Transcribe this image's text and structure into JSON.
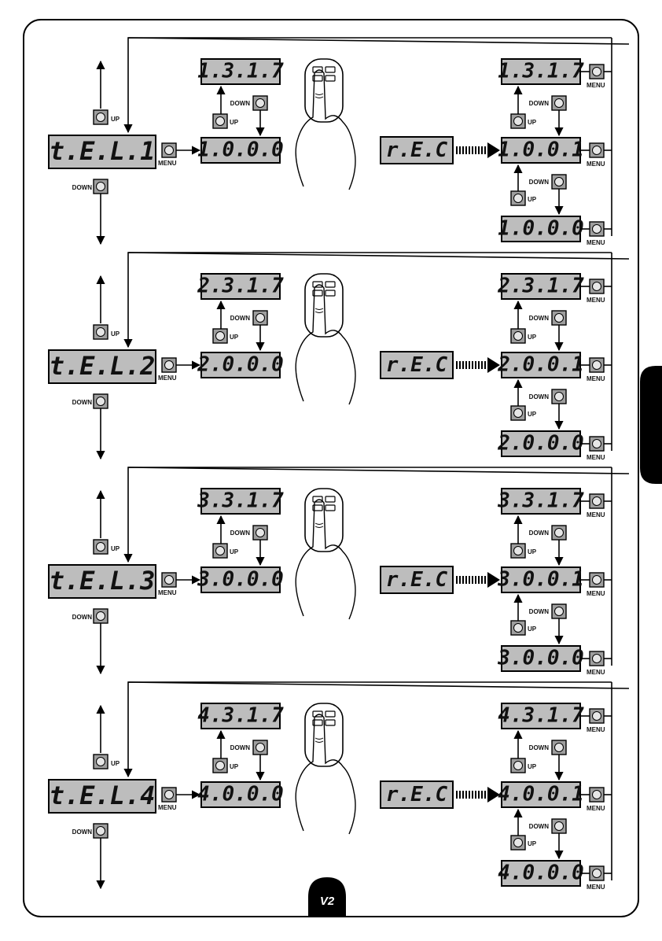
{
  "labels": {
    "up": "UP",
    "down": "DOWN",
    "menu": "MENU"
  },
  "footer": {
    "logo_text": "V2"
  },
  "colors": {
    "display_fill": "#bdbdbd",
    "button_fill": "#9e9e9e",
    "tab_fill": "#000000",
    "line": "#000000"
  },
  "rows": [
    {
      "channel": "1",
      "menu_display": "t.E.L.1",
      "start": "1.0.0.0",
      "top": "1.3.1.7",
      "rec": "r.E.C",
      "learned": "1.0.0.1",
      "upper": "1.3.1.7",
      "lower": "1.0.0.0",
      "remote_icon": "remote-hand-icon"
    },
    {
      "channel": "2",
      "menu_display": "t.E.L.2",
      "start": "2.0.0.0",
      "top": "2.3.1.7",
      "rec": "r.E.C",
      "learned": "2.0.0.1",
      "upper": "2.3.1.7",
      "lower": "2.0.0.0",
      "remote_icon": "remote-hand-icon"
    },
    {
      "channel": "3",
      "menu_display": "t.E.L.3",
      "start": "3.0.0.0",
      "top": "3.3.1.7",
      "rec": "r.E.C",
      "learned": "3.0.0.1",
      "upper": "3.3.1.7",
      "lower": "3.0.0.0",
      "remote_icon": "remote-hand-icon"
    },
    {
      "channel": "4",
      "menu_display": "t.E.L.4",
      "start": "4.0.0.0",
      "top": "4.3.1.7",
      "rec": "r.E.C",
      "learned": "4.0.0.1",
      "upper": "4.3.1.7",
      "lower": "4.0.0.0",
      "remote_icon": "remote-hand-icon"
    }
  ]
}
